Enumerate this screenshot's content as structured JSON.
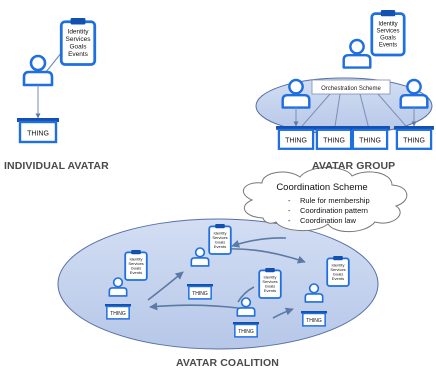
{
  "captions": {
    "individual": "INDIVIDUAL AVATAR",
    "group": "AVATAR GROUP",
    "coalition": "AVATAR COALITION"
  },
  "clipboard_lines": [
    "Identity",
    "Services",
    "Goals",
    "Events"
  ],
  "thing_label": "THING",
  "orchestration_label": "Orchestration Scheme",
  "coordination": {
    "title": "Coordination Scheme",
    "items": [
      "Rule for membership",
      "Coordination pattern",
      "Coordination law"
    ],
    "bullet": "-"
  },
  "colors": {
    "icon_blue": "#1f6fe0",
    "icon_dark": "#1450b0",
    "ellipse_fill": "#c9d6ef",
    "ellipse_stroke": "#5670a8",
    "caption_text": "#4a4a4a",
    "arrow": "#5c7aa6",
    "line": "#7b8eb5"
  }
}
